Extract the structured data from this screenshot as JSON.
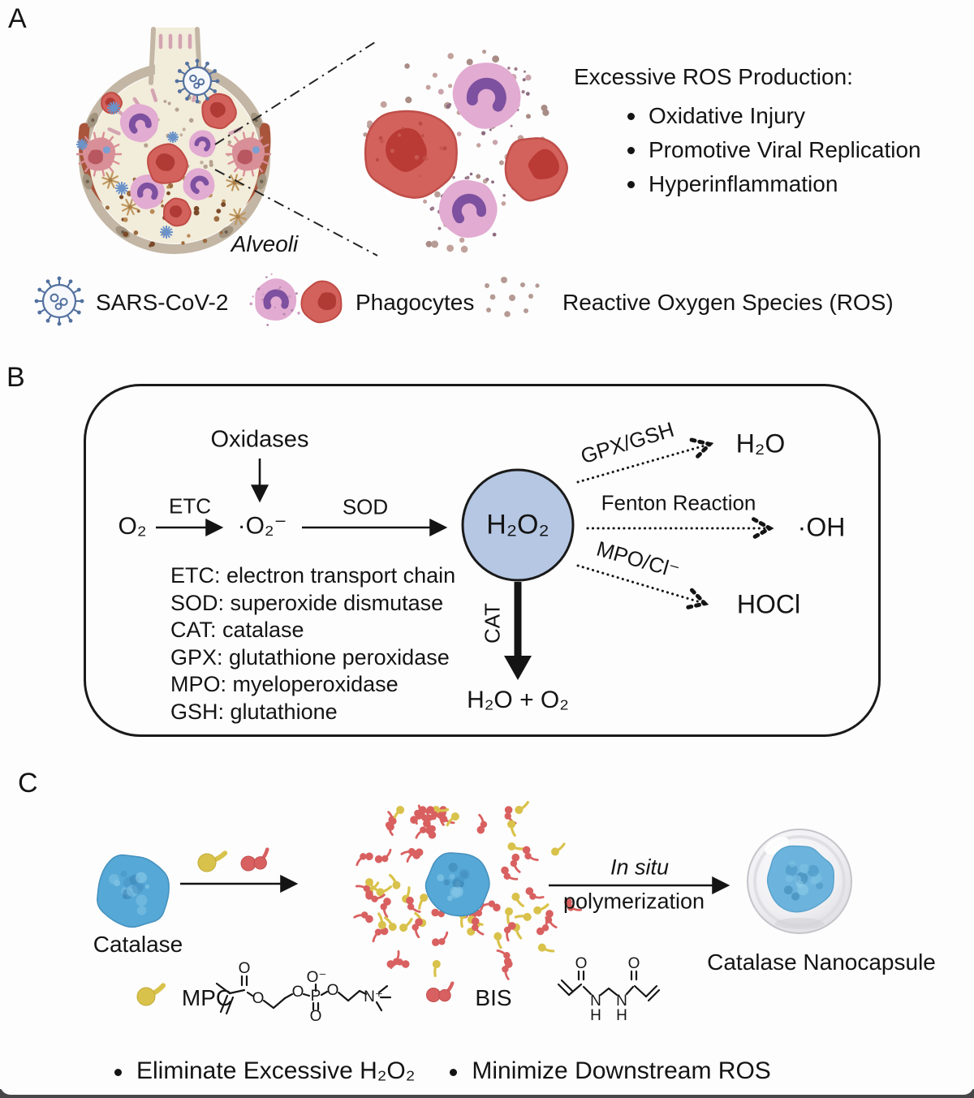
{
  "panel_a": {
    "label": "A",
    "alveoli_label": "Alveoli",
    "ros_title": "Excessive ROS Production:",
    "ros_bullets": [
      "Oxidative Injury",
      "Promotive Viral Replication",
      "Hyperinflammation"
    ],
    "legend": [
      {
        "icon": "sars-cov-2-virus-icon",
        "label": "SARS-CoV-2"
      },
      {
        "icon": "phagocytes-icon",
        "label": "Phagocytes"
      },
      {
        "icon": "ros-dots-icon",
        "label": "Reactive Oxygen Species (ROS)"
      }
    ]
  },
  "panel_b": {
    "label": "B",
    "oxidases": "Oxidases",
    "o2": "O₂",
    "etc": "ETC",
    "superoxide": "·O₂⁻",
    "sod": "SOD",
    "h2o2": "H₂O₂",
    "gpx_gsh": "GPX/GSH",
    "h2o": "H₂O",
    "fenton": "Fenton Reaction",
    "hydroxyl": "·OH",
    "mpo_cl": "MPO/Cl⁻",
    "hocl": "HOCl",
    "cat": "CAT",
    "products": "H₂O + O₂",
    "abbreviations": [
      "ETC: electron transport chain",
      "SOD: superoxide dismutase",
      "CAT: catalase",
      "GPX: glutathione peroxidase",
      "MPO: myeloperoxidase",
      "GSH: glutathione"
    ]
  },
  "panel_c": {
    "label": "C",
    "catalase": "Catalase",
    "arrow_top": "In situ",
    "arrow_bottom": "polymerization",
    "nanocapsule": "Catalase Nanocapsule",
    "mpc_label": "MPC",
    "bis_label": "BIS",
    "mpc_atoms": {
      "o_carbonyl": "O",
      "o_ester": "O",
      "o_left": "O",
      "o_minus": "O⁻",
      "p": "P",
      "o_double": "O",
      "o_right": "O",
      "n_plus": "N⁺"
    },
    "bis_atoms": {
      "o1": "O",
      "n1": "N",
      "h1": "H",
      "n2": "N",
      "h2": "H",
      "o2": "O"
    },
    "bullets": [
      "Eliminate Excessive H₂O₂",
      "Minimize Downstream ROS"
    ]
  },
  "colors": {
    "h2o2_circle": "#b5c7e3",
    "catalase_blue": "#56a8d6",
    "mpc_yellow": "#d9c24b",
    "bis_red": "#d96060",
    "alveolus_fill": "#f2ecda",
    "alveolus_wall": "#c3b6a4",
    "membrane_red": "#a8553c",
    "phagocyte_pink": "#e2abd1",
    "nucleus_purple": "#7d50a0",
    "cell_red": "#d4625c",
    "virus_blue": "#4a6fa8",
    "ros_dot": "#b59a94"
  }
}
